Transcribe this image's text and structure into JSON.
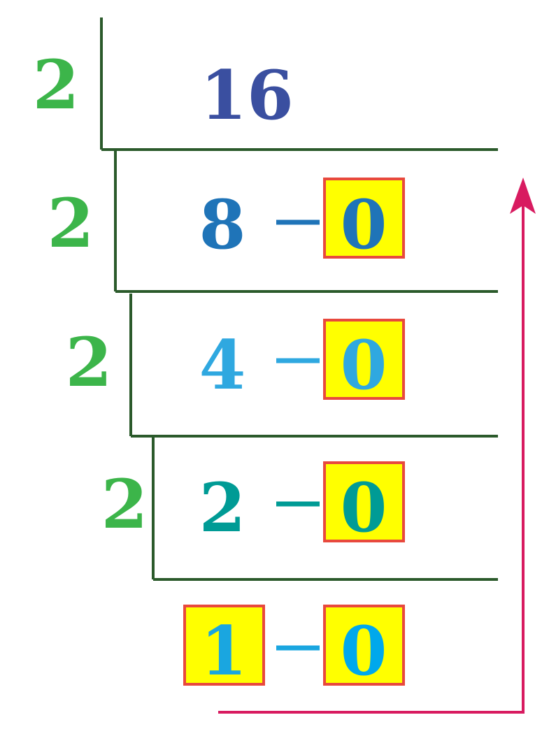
{
  "divisor": "2",
  "dividend": "16",
  "steps": [
    {
      "quotient": "8",
      "remainder": "0",
      "quotient_color": "#1f74b8"
    },
    {
      "quotient": "4",
      "remainder": "0",
      "quotient_color": "#2fa8e0"
    },
    {
      "quotient": "2",
      "remainder": "0",
      "quotient_color": "#009b95"
    }
  ],
  "final": {
    "quotient": "1",
    "remainder": "0",
    "quotient_color": "#1aa6e0",
    "remainder_color": "#00a8ec"
  },
  "colors": {
    "divisor": "#3cb54a",
    "dividend": "#3a4fa0",
    "line": "#2b5a2b",
    "box_fill": "#ffff00",
    "box_border": "#e8493d",
    "arrow": "#d81b60"
  }
}
